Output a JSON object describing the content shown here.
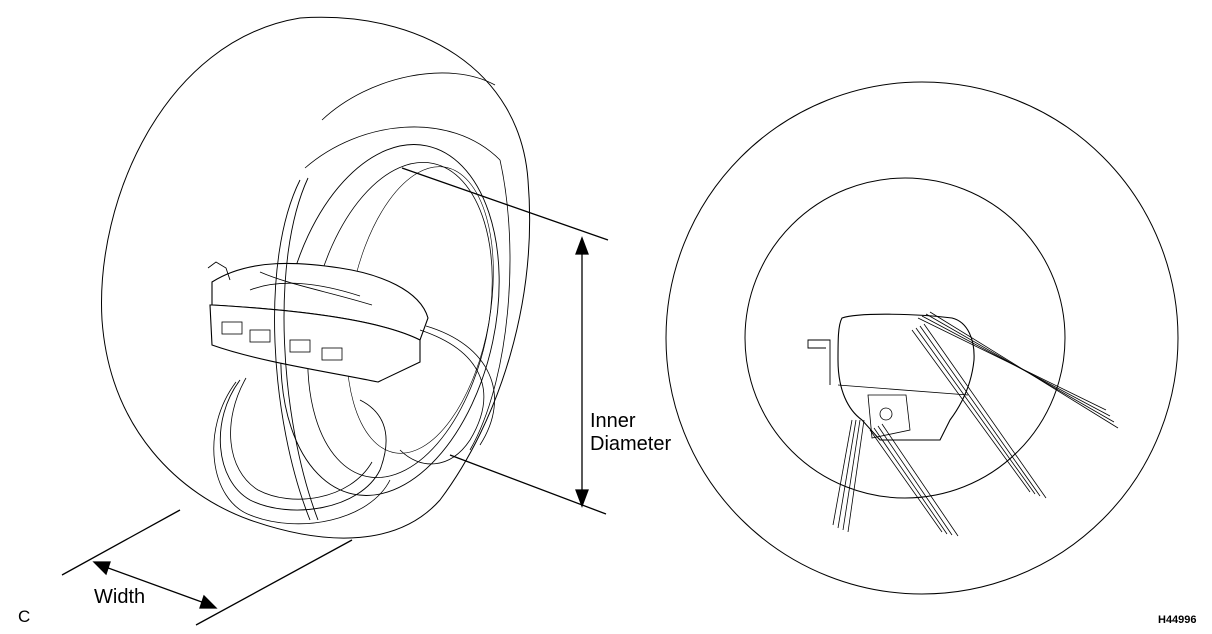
{
  "labels": {
    "inner_diameter_line1": "Inner",
    "inner_diameter_line2": "Diameter",
    "width": "Width",
    "corner_letter": "C",
    "figure_code": "H44996"
  },
  "colors": {
    "ink": "#000000",
    "background": "#ffffff"
  }
}
